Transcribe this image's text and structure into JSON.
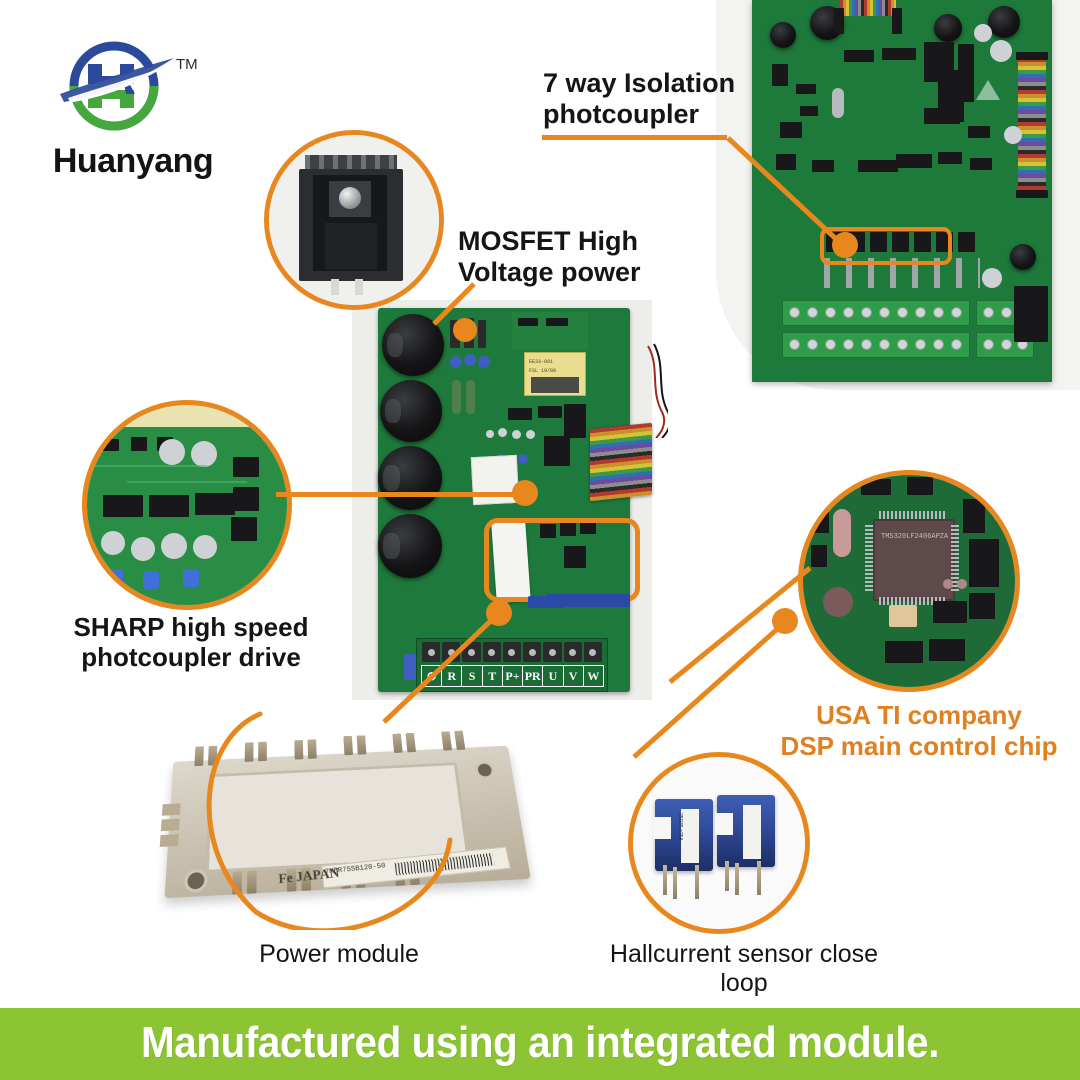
{
  "brand": {
    "name": "Huanyang",
    "trademark": "TM",
    "logo_icon": "huanyang-circle-swoosh-logo",
    "logo_colors": {
      "blue": "#2b4a9b",
      "green": "#45a83c"
    }
  },
  "accent": {
    "orange": "#E8871E",
    "banner_green": "#8CC434",
    "text_dark": "#151515",
    "dsp_text_orange": "#E08020"
  },
  "callouts": [
    {
      "id": "isolation",
      "line1": "7 way Isolation",
      "line2": "photcoupler",
      "color": "#151515",
      "target": "control-board-photocouplers"
    },
    {
      "id": "mosfet",
      "line1": "MOSFET High",
      "line2": "Voltage power",
      "color": "#151515",
      "target": "main-board-mosfet"
    },
    {
      "id": "sharp",
      "line1": "SHARP high speed",
      "line2": "photcoupler drive",
      "color": "#151515",
      "target": "main-board-driver-area"
    },
    {
      "id": "dsp",
      "line1": "USA TI company",
      "line2": "DSP main control chip",
      "color": "#E08020",
      "target": "control-board-dsp"
    },
    {
      "id": "power",
      "line1": "Power module",
      "line2": "",
      "color": "#151515",
      "target": "main-board-output-area"
    },
    {
      "id": "hall",
      "line1": "Hallcurrent sensor close loop",
      "line2": "",
      "color": "#151515",
      "target": "main-board-hall-area"
    }
  ],
  "banner": {
    "text": "Manufactured using an integrated module."
  },
  "main_board": {
    "name": "vfd-main-power-board",
    "transformer_line1": "EE33-001",
    "transformer_line2": "FSL 19/09",
    "terminal_labels": [
      "⊕",
      "R",
      "S",
      "T",
      "P+",
      "PR",
      "U",
      "V",
      "W"
    ],
    "capacitor_count": 4,
    "highlight_region": "output-drive-section"
  },
  "control_board": {
    "name": "dsp-control-board",
    "highlight_region": "7-way-photocoupler-row",
    "dsp_chip": "TMS320LF2406APZA"
  },
  "insets": [
    {
      "id": "mosfet-inset",
      "name": "mosfet-heatsink-photo",
      "shape": "circle"
    },
    {
      "id": "sharp-inset",
      "name": "sharp-photocoupler-pcb-photo",
      "shape": "circle"
    },
    {
      "id": "dsp-inset",
      "name": "ti-dsp-chip-photo",
      "shape": "circle"
    },
    {
      "id": "hall-inset",
      "name": "hall-current-sensor-photo",
      "shape": "circle"
    },
    {
      "id": "power-module",
      "name": "igbt-power-module-photo",
      "shape": "free"
    }
  ],
  "power_module": {
    "label_text": "7MBR75SB120-50",
    "brand": "Fe  JAPAN"
  },
  "hall_sensor": {
    "label_text": "25D35  ±25A",
    "count": 2
  }
}
